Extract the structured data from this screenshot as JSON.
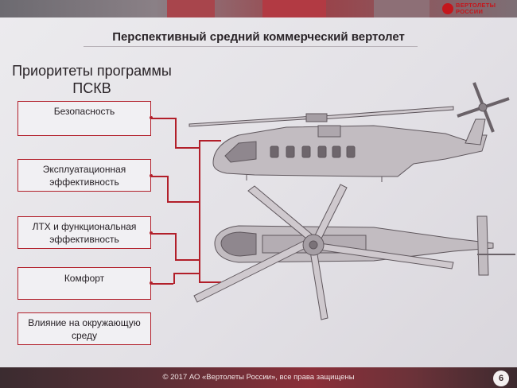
{
  "logo": {
    "line1": "ВЕРТОЛЕТЫ",
    "line2": "РОССИИ",
    "color": "#c4161c"
  },
  "slide": {
    "title": "Перспективный средний коммерческий вертолет",
    "heading_line1": "Приоритеты программы",
    "heading_line2": "ПСКВ"
  },
  "priorities": [
    {
      "line1": "Безопасность",
      "line2": ""
    },
    {
      "line1": "Эксплуатационная",
      "line2": "эффективность"
    },
    {
      "line1": "ЛТХ и функциональная",
      "line2": "эффективность"
    },
    {
      "line1": "Комфорт",
      "line2": ""
    },
    {
      "line1": "Влияние на окружающую",
      "line2": "среду"
    }
  ],
  "footer": {
    "text": "© 2017 АО «Вертолеты России», все права защищены",
    "page": "6"
  },
  "colors": {
    "accent": "#b21f2a",
    "background": "#e6e4e8",
    "drawing": "#9a9299"
  }
}
